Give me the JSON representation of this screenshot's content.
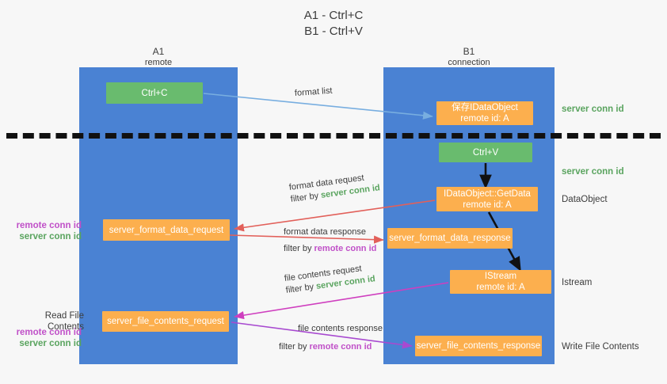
{
  "title": {
    "line1": "A1 - Ctrl+C",
    "line2": "B1 - Ctrl+V"
  },
  "columns": [
    {
      "name": "A1",
      "sub": "remote"
    },
    {
      "name": "B1",
      "sub": "connection"
    }
  ],
  "nodes": {
    "ctrl_c": {
      "label": "Ctrl+C",
      "color": "#69bb6e"
    },
    "save_idataobject": {
      "line1": "保存IDataObject",
      "line2": "remote id: A",
      "color": "#fcaf4e"
    },
    "ctrl_v": {
      "label": "Ctrl+V",
      "color": "#69bb6e"
    },
    "getdata": {
      "line1": "IDataObject::GetData",
      "line2": "remote id: A",
      "color": "#fcaf4e"
    },
    "server_format_data_request": {
      "label": "server_format_data_request",
      "color": "#fcaf4e"
    },
    "server_format_data_response": {
      "label": "server_format_data_response",
      "color": "#fcaf4e"
    },
    "istream": {
      "line1": "IStream",
      "line2": "remote id: A",
      "color": "#fcaf4e"
    },
    "server_file_contents_request": {
      "label": "server_file_contents_request",
      "color": "#fcaf4e"
    },
    "server_file_contents_response": {
      "label": "server_file_contents_response",
      "color": "#fcaf4e"
    }
  },
  "side_labels": {
    "server_conn_id_1": "server conn id",
    "server_conn_id_2": "server conn id",
    "dataobject": "DataObject",
    "istream": "Istream",
    "write_file_contents": "Write File Contents",
    "read_file_contents": "Read File Contents",
    "remote_conn_id_a": "remote conn id",
    "server_conn_id_a": "server conn id",
    "remote_conn_id_b": "remote conn id",
    "server_conn_id_b": "server conn id"
  },
  "edge_labels": {
    "format_list": "format list",
    "format_data_request": "format data request",
    "format_data_request_filter_prefix": "filter by ",
    "format_data_request_filter_key": "server conn id",
    "format_data_response": "format data response",
    "format_data_response_filter_prefix": "filter by ",
    "format_data_response_filter_key": "remote conn id",
    "file_contents_request": "file contents request",
    "file_contents_request_filter_prefix": "filter by ",
    "file_contents_request_filter_key": "server conn id",
    "file_contents_response": "file contents response",
    "file_contents_response_filter_prefix": "filter by ",
    "file_contents_response_filter_key": "remote conn id"
  },
  "colors": {
    "lane": "#4a82d3",
    "green_node": "#69bb6e",
    "orange_node": "#fcaf4e",
    "server_conn_id": "#5aa45f",
    "remote_conn_id": "#c050c8",
    "arrow_blue": "#78aee0",
    "arrow_red": "#e2605a",
    "arrow_magenta": "#cf3fbf",
    "arrow_purple": "#a84ad0",
    "arrow_black": "#111111",
    "background": "#f7f7f7"
  }
}
